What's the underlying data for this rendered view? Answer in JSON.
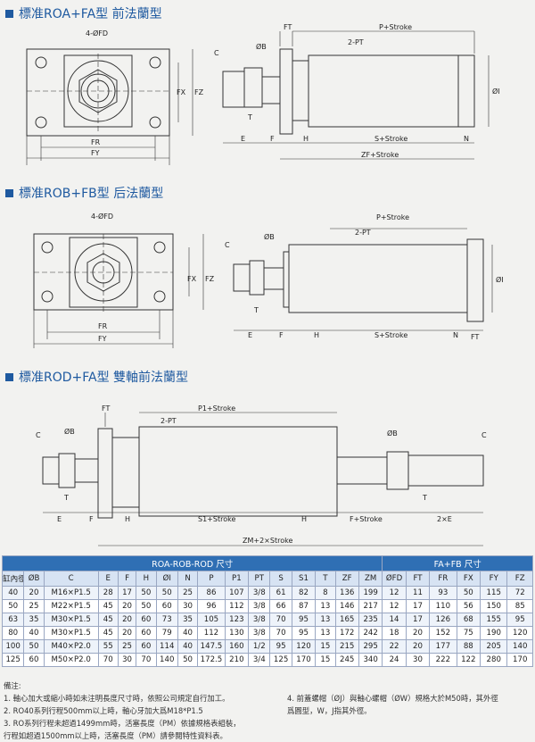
{
  "sections": [
    {
      "title": "標准ROA+FA型 前法蘭型"
    },
    {
      "title": "標准ROB+FB型 后法蘭型"
    },
    {
      "title": "標准ROD+FA型 雙軸前法蘭型"
    }
  ],
  "labels": {
    "d1": {
      "fd": "4-ØFD",
      "fx": "FX",
      "fz": "FZ",
      "fr": "FR",
      "fy": "FY",
      "ft": "FT",
      "ob": "ØB",
      "c": "C",
      "pt": "2-PT",
      "p": "P+Stroke",
      "oi": "ØI",
      "t": "T",
      "e": "E",
      "f": "F",
      "h": "H",
      "s": "S+Stroke",
      "n": "N",
      "zf": "ZF+Stroke"
    },
    "d2": {
      "fd": "4-ØFD",
      "fx": "FX",
      "fz": "FZ",
      "fr": "FR",
      "fy": "FY",
      "ft": "FT",
      "ob": "ØB",
      "c": "C",
      "pt": "2-PT",
      "p": "P+Stroke",
      "oi": "ØI",
      "t": "T",
      "e": "E",
      "f": "F",
      "h": "H",
      "s": "S+Stroke",
      "n": "N"
    },
    "d3": {
      "ft": "FT",
      "ob": "ØB",
      "ob2": "ØB",
      "c": "C",
      "c2": "C",
      "pt": "2-PT",
      "p1": "P1+Stroke",
      "t": "T",
      "t2": "T",
      "e": "E",
      "f": "F",
      "h": "H",
      "s1": "S1+Stroke",
      "h2": "H",
      "fs": "F+Stroke",
      "e2": "2×E",
      "zm": "ZM+2×Stroke"
    }
  },
  "table": {
    "group_left": "ROA-ROB-ROD 尺寸",
    "group_right": "FA+FB 尺寸",
    "headers": [
      "缸內徑",
      "ØB",
      "C",
      "E",
      "F",
      "H",
      "ØI",
      "N",
      "P",
      "P1",
      "PT",
      "S",
      "S1",
      "T",
      "ZF",
      "ZM",
      "ØFD",
      "FT",
      "FR",
      "FX",
      "FY",
      "FZ"
    ],
    "rows": [
      [
        "40",
        "20",
        "M16×P1.5",
        "28",
        "17",
        "50",
        "50",
        "25",
        "86",
        "107",
        "3/8",
        "61",
        "82",
        "8",
        "136",
        "199",
        "12",
        "11",
        "93",
        "50",
        "115",
        "72"
      ],
      [
        "50",
        "25",
        "M22×P1.5",
        "45",
        "20",
        "50",
        "60",
        "30",
        "96",
        "112",
        "3/8",
        "66",
        "87",
        "13",
        "146",
        "217",
        "12",
        "17",
        "110",
        "56",
        "150",
        "85"
      ],
      [
        "63",
        "35",
        "M30×P1.5",
        "45",
        "20",
        "60",
        "73",
        "35",
        "105",
        "123",
        "3/8",
        "70",
        "95",
        "13",
        "165",
        "235",
        "14",
        "17",
        "126",
        "68",
        "155",
        "95"
      ],
      [
        "80",
        "40",
        "M30×P1.5",
        "45",
        "20",
        "60",
        "79",
        "40",
        "112",
        "130",
        "3/8",
        "70",
        "95",
        "13",
        "172",
        "242",
        "18",
        "20",
        "152",
        "75",
        "190",
        "120"
      ],
      [
        "100",
        "50",
        "M40×P2.0",
        "55",
        "25",
        "60",
        "114",
        "40",
        "147.5",
        "160",
        "1/2",
        "95",
        "120",
        "15",
        "215",
        "295",
        "22",
        "20",
        "177",
        "88",
        "205",
        "140"
      ],
      [
        "125",
        "60",
        "M50×P2.0",
        "70",
        "30",
        "70",
        "140",
        "50",
        "172.5",
        "210",
        "3/4",
        "125",
        "170",
        "15",
        "245",
        "340",
        "24",
        "30",
        "222",
        "122",
        "280",
        "170"
      ]
    ]
  },
  "notes": {
    "heading": "備注:",
    "items": [
      "1. 軸心加大或縮小時如未注明長度尺寸時，依照公司規定自行加工。",
      "2. RO40系列行程500mm以上時，軸心牙加大爲M18*P1.5",
      "3. RO系列行程未超過1499mm時，活塞長度（PM）依據規格表組裝，",
      "    行程如超過1500mm以上時，活塞長度（PM）請參閱特性資料表。",
      "4. 前蓋螺帽（ØJ）與軸心螺帽（ØW）規格大於M50時，其外徑",
      "    爲圓型，W，J指其外徑。"
    ]
  },
  "colors": {
    "title": "#1f5aa0",
    "table_group": "#2f6fb4",
    "table_header": "#d7e3f3"
  }
}
